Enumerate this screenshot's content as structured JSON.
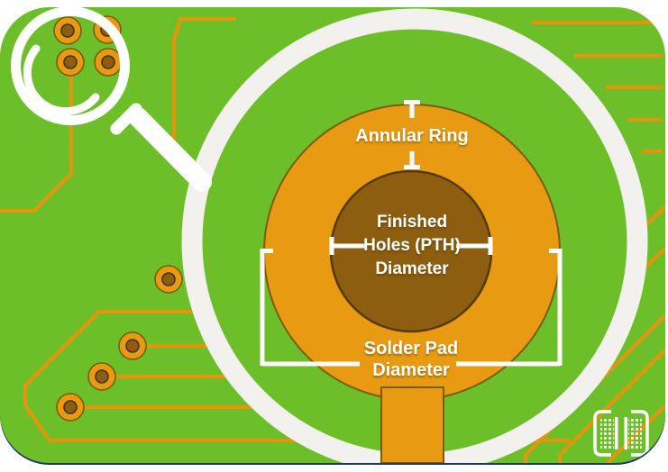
{
  "labels": {
    "annular_ring": "Annular Ring",
    "finished_hole": "Finished\nHoles (PTH)\nDiameter",
    "solder_pad": "Solder Pad\nDiameter"
  },
  "colors": {
    "board_green": "#6cbf29",
    "copper_trace": "#e6940c",
    "copper_pad": "#e89b12",
    "hole_brown": "#8d5d10",
    "frame_navy": "#1f3864",
    "annotation_white": "#ffffff"
  },
  "icons": {
    "magnifier": "magnifier-icon",
    "logo": "pcb-logo-icon"
  }
}
